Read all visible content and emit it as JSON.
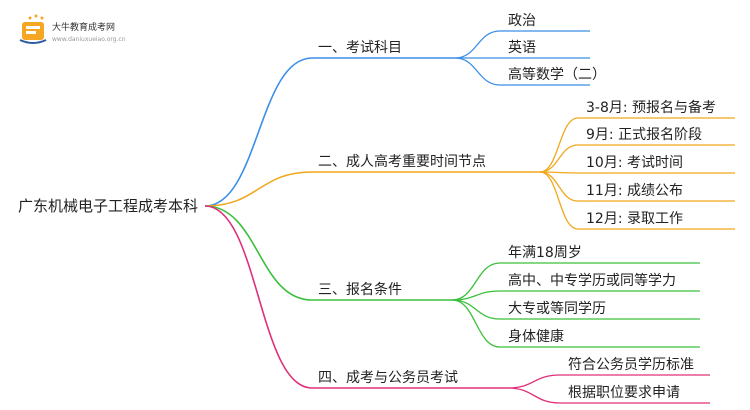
{
  "logo": {
    "name": "大牛教育成考网",
    "url": "www.daniuxueiao.org.cn"
  },
  "root": {
    "label": "广东机械电子工程成考本科"
  },
  "branches": [
    {
      "label": "一、考试科目",
      "color": "#3b8fe8",
      "children": [
        "政治",
        "英语",
        "高等数学（二）"
      ]
    },
    {
      "label": "二、成人高考重要时间节点",
      "color": "#f0a81c",
      "children": [
        "3-8月: 预报名与备考",
        "9月: 正式报名阶段",
        "10月: 考试时间",
        "11月: 成绩公布",
        "12月: 录取工作"
      ]
    },
    {
      "label": "三、报名条件",
      "color": "#3bbf3b",
      "children": [
        "年满18周岁",
        "高中、中专学历或同等学力",
        "大专或等同学历",
        "身体健康"
      ]
    },
    {
      "label": "四、成考与公务员考试",
      "color": "#e0307a",
      "children": [
        "符合公务员学历标准",
        "根据职位要求申请"
      ]
    }
  ]
}
